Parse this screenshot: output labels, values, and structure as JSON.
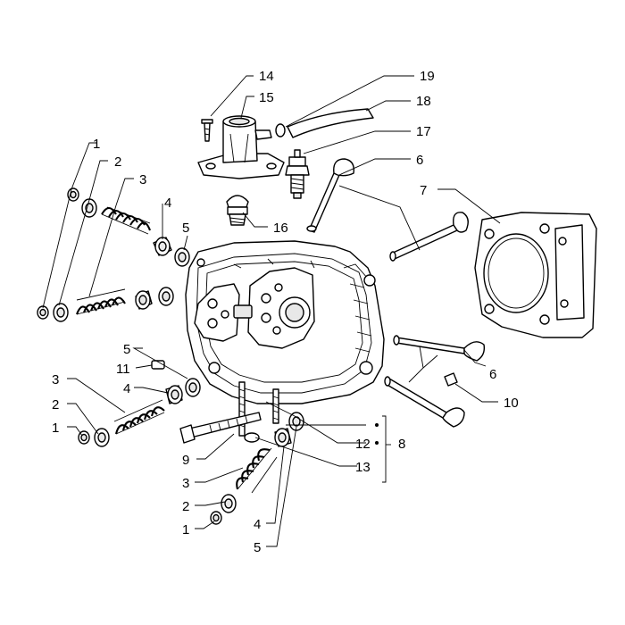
{
  "diagram": {
    "callouts": [
      {
        "label": "1"
      },
      {
        "label": "2"
      },
      {
        "label": "3"
      },
      {
        "label": "4"
      },
      {
        "label": "5"
      },
      {
        "label": "14"
      },
      {
        "label": "15"
      },
      {
        "label": "19"
      },
      {
        "label": "18"
      },
      {
        "label": "17"
      },
      {
        "label": "6"
      },
      {
        "label": "7"
      },
      {
        "label": "16"
      },
      {
        "label": "5"
      },
      {
        "label": "11"
      },
      {
        "label": "4"
      },
      {
        "label": "3"
      },
      {
        "label": "2"
      },
      {
        "label": "1"
      },
      {
        "label": "6"
      },
      {
        "label": "10"
      },
      {
        "label": "12"
      },
      {
        "label": "8"
      },
      {
        "label": "9"
      },
      {
        "label": "13"
      },
      {
        "label": "3"
      },
      {
        "label": "2"
      },
      {
        "label": "1"
      },
      {
        "label": "4"
      },
      {
        "label": "5"
      }
    ]
  }
}
